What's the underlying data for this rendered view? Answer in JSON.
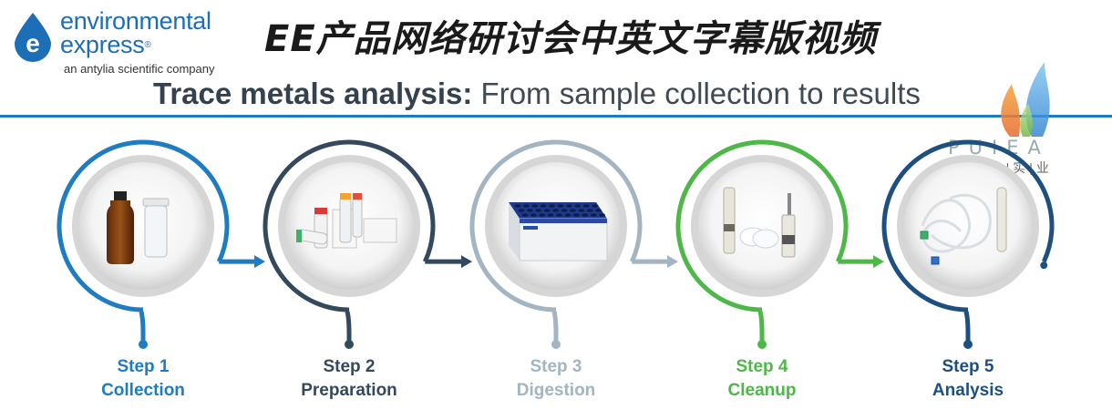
{
  "header": {
    "logo_line1": "environmental",
    "logo_line2": "express",
    "logo_reg": "®",
    "logo_sub": "an antylia scientific company",
    "cn_title": "EE产品网络研讨会中英文字幕版视频",
    "title_bold": "Trace metals analysis:",
    "title_rest": " From sample collection to results"
  },
  "watermark": {
    "brand": "PUIEA",
    "sub": "谱|焰|实|业"
  },
  "colors": {
    "step1": "#1f7cc1",
    "step2": "#34495e",
    "step3": "#a3b4c2",
    "step4": "#4db848",
    "step5": "#1d4f80",
    "rule": "#1f7cc1"
  },
  "steps": [
    {
      "step": "Step 1",
      "name": "Collection",
      "icon": "sample-bottles-icon"
    },
    {
      "step": "Step 2",
      "name": "Preparation",
      "icon": "sample-tubes-icon"
    },
    {
      "step": "Step 3",
      "name": "Digestion",
      "icon": "hot-block-digester-icon"
    },
    {
      "step": "Step 4",
      "name": "Cleanup",
      "icon": "filter-syringe-icon"
    },
    {
      "step": "Step 5",
      "name": "Analysis",
      "icon": "autosampler-tubing-icon"
    }
  ]
}
